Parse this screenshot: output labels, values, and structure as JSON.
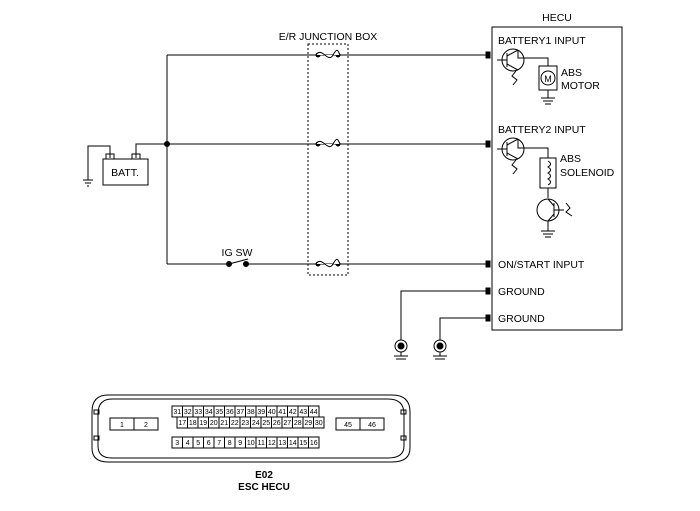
{
  "junction_box": {
    "label": "E/R JUNCTION BOX"
  },
  "battery": {
    "label": "BATT."
  },
  "ig_switch": {
    "label": "IG SW"
  },
  "hecu": {
    "title": "HECU",
    "battery1_input": "BATTERY1 INPUT",
    "battery2_input": "BATTERY2 INPUT",
    "on_start_input": "ON/START INPUT",
    "ground_1": "GROUND",
    "ground_2": "GROUND",
    "abs_motor_line1": "ABS",
    "abs_motor_line2": "MOTOR",
    "motor_symbol": "M",
    "abs_solenoid_line1": "ABS",
    "abs_solenoid_line2": "SOLENOID"
  },
  "connector": {
    "id": "E02",
    "name": "ESC HECU",
    "left_pins": [
      "1",
      "2"
    ],
    "right_pins": [
      "45",
      "46"
    ],
    "top_row": [
      "31",
      "32",
      "33",
      "34",
      "35",
      "36",
      "37",
      "38",
      "39",
      "40",
      "41",
      "42",
      "43",
      "44"
    ],
    "middle_row": [
      "17",
      "18",
      "19",
      "20",
      "21",
      "22",
      "23",
      "24",
      "25",
      "26",
      "27",
      "28",
      "29",
      "30"
    ],
    "bottom_row": [
      "3",
      "4",
      "5",
      "6",
      "7",
      "8",
      "9",
      "10",
      "11",
      "12",
      "13",
      "14",
      "15",
      "16"
    ]
  },
  "colors": {
    "line": "#000000",
    "background": "#ffffff"
  }
}
